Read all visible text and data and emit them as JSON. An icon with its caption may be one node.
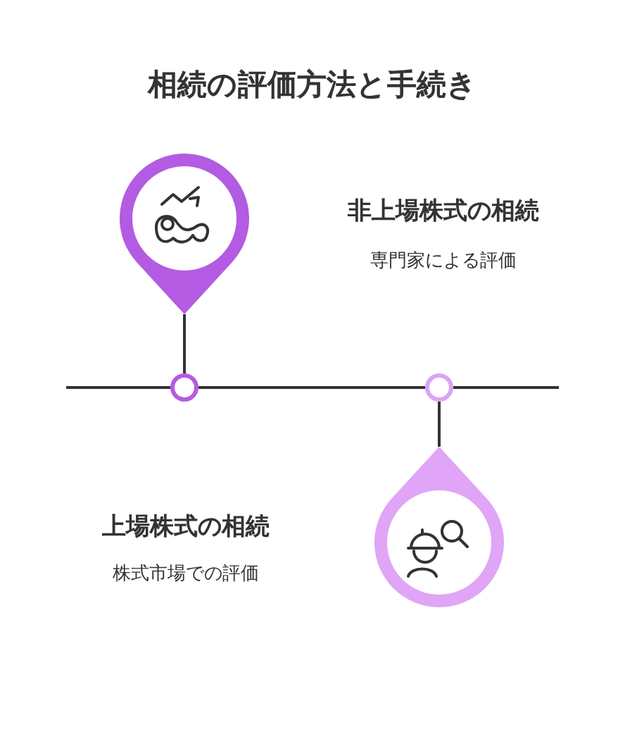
{
  "diagram": {
    "title": "相続の評価方法と手続き",
    "nodes": [
      {
        "text": [],
        "shape": "pin"
      },
      {
        "text": [],
        "shape": "circle"
      },
      {
        "text": [],
        "shape": "circle"
      },
      {
        "text": [],
        "shape": "pin"
      }
    ],
    "edges": [
      {
        "from": 0,
        "to": 1,
        "arrow": "none"
      },
      {
        "from": null,
        "to": 1,
        "arrow": "none"
      },
      {
        "from": 1,
        "to": 2,
        "arrow": "none"
      },
      {
        "from": 2,
        "to": null,
        "arrow": "none"
      },
      {
        "from": 2,
        "to": 3,
        "arrow": "none"
      }
    ],
    "labels": [
      "非上場株式の相続",
      "専門家による評価",
      "上場株式の相続",
      "株式市場での評価"
    ]
  }
}
